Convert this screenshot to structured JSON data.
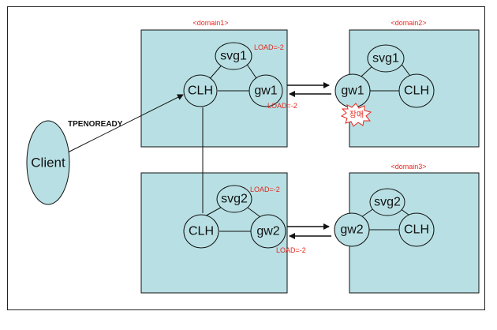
{
  "domains": {
    "d1_label": "<domain1>",
    "d2_label": "<domain2>",
    "d3_label": "<domain3>"
  },
  "nodes": {
    "client": "Client",
    "d1_svg": "svg1",
    "d1_clh": "CLH",
    "d1_gw": "gw1",
    "d2_svg": "svg1",
    "d2_clh": "CLH",
    "d2_gw": "gw1",
    "d3_svg": "svg2",
    "d3_clh": "CLH",
    "d3_gw": "gw2",
    "d4_svg": "svg2",
    "d4_clh": "CLH",
    "d4_gw": "gw2"
  },
  "labels": {
    "tpenoready": "TPENOREADY",
    "load_svg1": "LOAD=-2",
    "load_gw1": "LOAD=-2",
    "load_svg2": "LOAD=-2",
    "load_gw2": "LOAD=-2",
    "fault": "장애"
  },
  "colors": {
    "box_fill": "#b8e0e4",
    "node_fill": "#b8e0e4",
    "accent_red": "#e8261d",
    "fault_fill": "#ffffff"
  }
}
